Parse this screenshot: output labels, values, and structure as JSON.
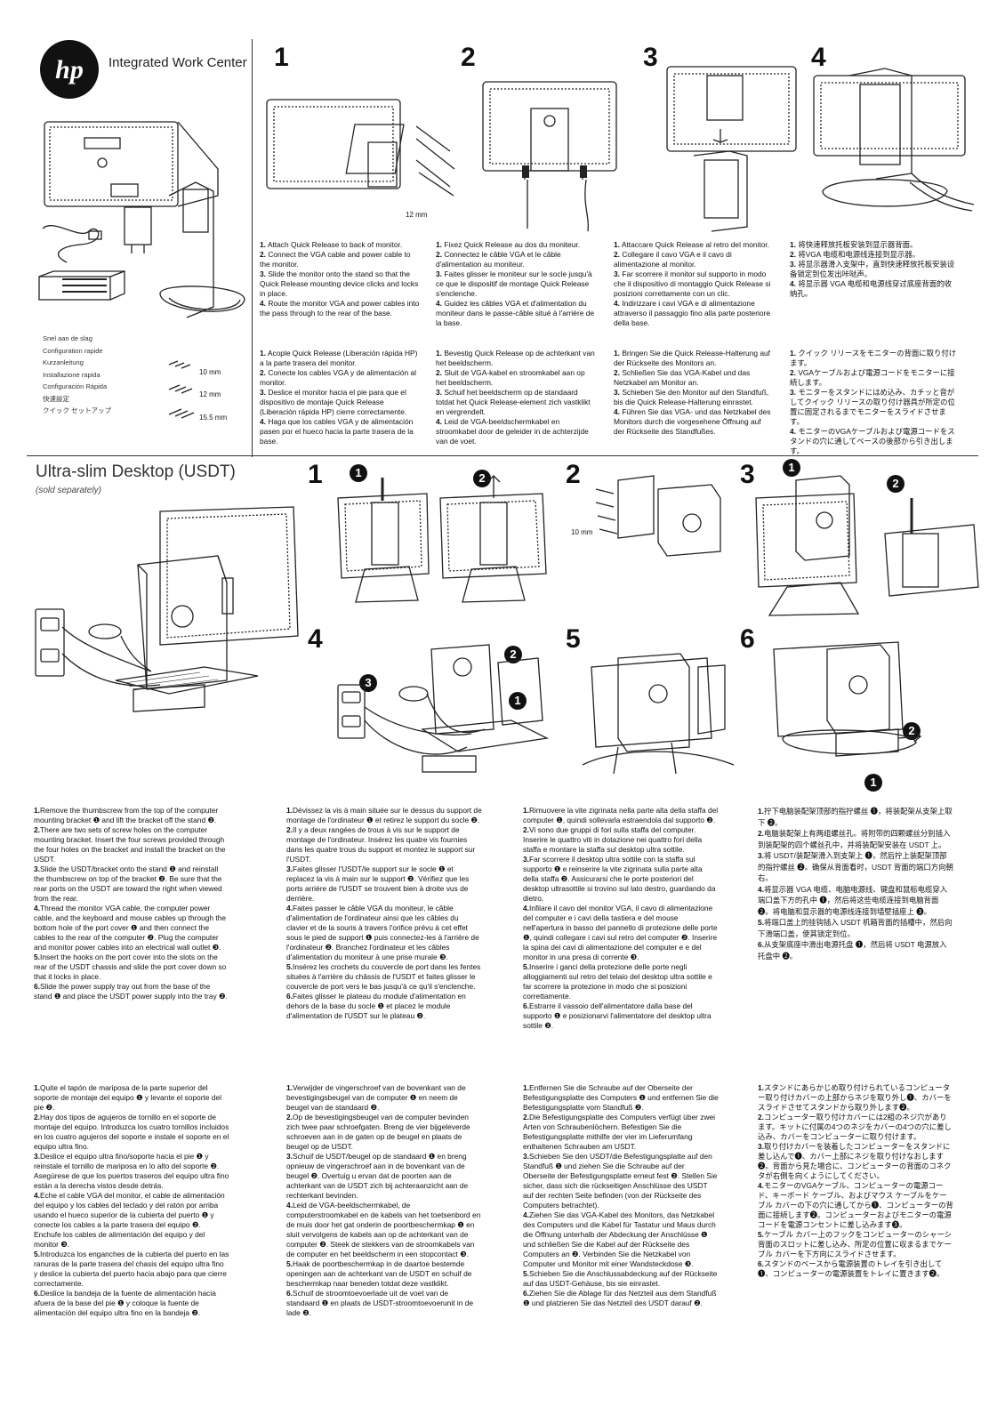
{
  "header": {
    "product_title": "Integrated Work Center",
    "legend_languages": [
      "Snel aan de slag",
      "Configuration rapide",
      "Kurzanleitung",
      "Installazione rapida",
      "Configuración Rápida",
      "快速設定",
      "クイック セットアップ"
    ],
    "screw_sizes": [
      "10 mm",
      "12 mm",
      "15.5 mm"
    ]
  },
  "top": {
    "step_numbers": [
      "1",
      "2",
      "3",
      "4"
    ],
    "dim_12mm": "12 mm",
    "texts": {
      "en": [
        {
          "n": "1.",
          "t": "Attach Quick Release to back of monitor."
        },
        {
          "n": "2.",
          "t": "Connect the VGA cable and power cable to the monitor."
        },
        {
          "n": "3.",
          "t": "Slide the monitor onto the stand so that the Quick Release mounting device clicks and locks in place."
        },
        {
          "n": "4.",
          "t": "Route the monitor VGA and power cables into the pass through to the rear of the base."
        }
      ],
      "fr": [
        {
          "n": "1.",
          "t": "Fixez Quick Release au dos du moniteur."
        },
        {
          "n": "2.",
          "t": "Connectez le câble VGA et le câble d'alimentation au moniteur."
        },
        {
          "n": "3.",
          "t": "Faites glisser le moniteur sur le socle jusqu'à ce que le dispositif de montage Quick Release s'enclenche."
        },
        {
          "n": "4.",
          "t": "Guidez les câbles VGA et d'alimentation du moniteur dans le passe-câble situé à l'arrière de la base."
        }
      ],
      "it": [
        {
          "n": "1.",
          "t": "Attaccare Quick Release al retro del monitor."
        },
        {
          "n": "2.",
          "t": "Collegare il cavo VGA e il cavo di alimentazione al monitor."
        },
        {
          "n": "3.",
          "t": "Far scorrere il monitor sul supporto in modo che il dispositivo di montaggio Quick Release si posizioni correttamente con un clic."
        },
        {
          "n": "4.",
          "t": "Indirizzare i cavi VGA e di alimentazione attraverso il passaggio fino alla parte posteriore della base."
        }
      ],
      "zh": [
        {
          "n": "1.",
          "t": "将快速释放托板安装到显示器背面。"
        },
        {
          "n": "2.",
          "t": "将VGA 电缆和电源线连接到显示器。"
        },
        {
          "n": "3.",
          "t": "将显示器滑入支架中，直到快速释放托板安装设备锁定到位发出咔哒声。"
        },
        {
          "n": "4.",
          "t": "将显示器 VGA 电缆和电源线穿过底座背面的收纳孔。"
        }
      ],
      "es": [
        {
          "n": "1.",
          "t": "Acople Quick Release (Liberación rápida HP) a la parte trasera del monitor."
        },
        {
          "n": "2.",
          "t": "Conecte los cables VGA y de alimentación al monitor."
        },
        {
          "n": "3.",
          "t": "Deslice el monitor hacia el pie para que el dispositivo de montaje Quick Release (Liberación rápida HP) cierre correctamente."
        },
        {
          "n": "4.",
          "t": "Haga que los cables VGA y de alimentación pasen por el hueco hacia la parte trasera de la base."
        }
      ],
      "nl": [
        {
          "n": "1.",
          "t": "Bevestig Quick Release op de achterkant van het beeldscherm."
        },
        {
          "n": "2.",
          "t": "Sluit de VGA-kabel en stroomkabel aan op het beeldscherm."
        },
        {
          "n": "3.",
          "t": "Schuif het beeldscherm op de standaard totdat het Quick Release-element zich vastklikt en vergrendelt."
        },
        {
          "n": "4.",
          "t": "Leid de VGA-beeldschermkabel en stroomkabel door de geleider in de achterzijde van de voet."
        }
      ],
      "de": [
        {
          "n": "1.",
          "t": "Bringen Sie die Quick Release-Halterung auf der Rückseite des Monitors an."
        },
        {
          "n": "2.",
          "t": "Schließen Sie das VGA-Kabel und das Netzkabel am Monitor an."
        },
        {
          "n": "3.",
          "t": "Schieben Sie den Monitor auf den Standfuß, bis die Quick Release-Halterung einrastet."
        },
        {
          "n": "4.",
          "t": "Führen Sie das VGA- und das Netzkabel des Monitors durch die vorgesehene Öffnung auf der Rückseite des Standfußes."
        }
      ],
      "ja": [
        {
          "n": "1.",
          "t": "クイック リリースをモニターの背面に取り付けます。"
        },
        {
          "n": "2.",
          "t": "VGAケーブルおよび電源コードをモニターに接続します。"
        },
        {
          "n": "3.",
          "t": "モニターをスタンドにはめ込み、カチッと音がしてクイック リリースの取り付け器具が所定の位置に固定されるまでモニターをスライドさせます。"
        },
        {
          "n": "4.",
          "t": "モニターのVGAケーブルおよび電源コードをスタンドの穴に通してベースの後部から引き出します。"
        }
      ]
    }
  },
  "usdt": {
    "title": "Ultra-slim Desktop (USDT)",
    "subtitle": "(sold separately)",
    "step_numbers": [
      "1",
      "2",
      "3",
      "4",
      "5",
      "6"
    ],
    "callouts": [
      "1",
      "2",
      "3"
    ],
    "dim_10mm": "10 mm",
    "texts": {
      "en": [
        {
          "n": "1.",
          "t": "Remove the thumbscrew from the top of the computer mounting bracket ❶ and lift the bracket off the stand ❷."
        },
        {
          "n": "2.",
          "t": "There are two sets of screw holes on the computer mounting bracket. Insert the four screws provided through the four holes on the bracket and install the bracket on the USDT."
        },
        {
          "n": "3.",
          "t": "Slide the USDT/bracket onto the stand ❶ and reinstall the thumbscrew on top of the bracket ❷. Be sure that the rear ports on the USDT are toward the right when viewed from the rear."
        },
        {
          "n": "4.",
          "t": "Thread the monitor VGA cable, the computer power cable, and the keyboard and mouse cables up through the bottom hole of the port cover ❶ and then connect the cables to the rear of the computer ❷. Plug the computer and monitor power cables into an electrical wall outlet ❸."
        },
        {
          "n": "5.",
          "t": "Insert the hooks on the port cover into the slots on the rear of the USDT chassis and slide the port cover down so that it locks in place."
        },
        {
          "n": "6.",
          "t": "Slide the power supply tray out from the base of the stand ❶ and place the USDT power supply into the tray ❷."
        }
      ],
      "fr": [
        {
          "n": "1.",
          "t": "Dévissez la vis à main située sur le dessus du support de montage de l'ordinateur ❶ et retirez le support du socle ❷."
        },
        {
          "n": "2.",
          "t": "Il y a deux rangées de trous à vis sur le support de montage de l'ordinateur. Insérez les quatre vis fournies dans les quatre trous du support et montez le support sur l'USDT."
        },
        {
          "n": "3.",
          "t": "Faites glisser l'USDT/le support sur le socle ❶ et replacez la vis à main sur le support ❷. Vérifiez que les ports arrière de l'USDT se trouvent bien à droite vus de derrière."
        },
        {
          "n": "4.",
          "t": "Faites passer le câble VGA du moniteur, le câble d'alimentation de l'ordinateur ainsi que les câbles du clavier et de la souris à travers l'orifice prévu à cet effet sous le pied de support ❶ puis connectez-les à l'arrière de l'ordinateur ❷. Branchez l'ordinateur et les câbles d'alimentation du moniteur à une prise murale ❸."
        },
        {
          "n": "5.",
          "t": "Insérez les crochets du couvercle de port dans les fentes situées à l'arrière du châssis de l'USDT et faites glisser le couvercle de port vers le bas jusqu'à ce qu'il s'enclenche."
        },
        {
          "n": "6.",
          "t": "Faites glisser le plateau du module d'alimentation en dehors de la base du socle ❶ et placez le module d'alimentation de l'USDT sur le plateau ❷."
        }
      ],
      "it": [
        {
          "n": "1.",
          "t": "Rimuovere la vite zigrinata nella parte alta della staffa del computer ❶, quindi sollevarla estraendola dal supporto ❷."
        },
        {
          "n": "2.",
          "t": "Vi sono due gruppi di fori sulla staffa del computer. Inserire le quattro viti in dotazione nei quattro fori della staffa e montare la staffa sul desktop ultra sottile."
        },
        {
          "n": "3.",
          "t": "Far scorrere il desktop ultra sottile con la staffa sul supporto ❶ e reinserire la vite zigrinata sulla parte alta della staffa ❷. Assicurarsi che le porte posteriori del desktop ultrasottile si trovino sul lato destro, guardando da dietro."
        },
        {
          "n": "4.",
          "t": "Infilare il cavo del monitor VGA, il cavo di alimentazione del computer e i cavi della tastiera e del mouse nell'apertura in basso del pannello di protezione delle porte ❶, quindi collegare i cavi sul retro del computer ❷. Inserire la spina dei cavi di alimentazione del computer e e del monitor in una presa di corrente ❸."
        },
        {
          "n": "5.",
          "t": "Inserire i ganci della protezione delle porte negli alloggiamenti sul retro del telaio del desktop ultra sottile e far scorrere la protezione in modo che si posizioni correttamente."
        },
        {
          "n": "6.",
          "t": "Estrarre il vassoio dell'alimentatore dalla base del supporto ❶ e posizionarvi l'alimentatore del desktop ultra sottile ❷."
        }
      ],
      "zh": [
        {
          "n": "1.",
          "t": "拧下电脑装配架顶部的指拧螺丝 ❶，将装配架从支架上取下 ❷。"
        },
        {
          "n": "2.",
          "t": "电脑装配架上有两组螺丝孔。将附带的四颗螺丝分别插入到装配架的四个螺丝孔中，并将装配架安装在 USDT 上。"
        },
        {
          "n": "3.",
          "t": "将 USDT/装配架滑入到支架上 ❶，然后拧上装配架顶部的指拧螺丝 ❷。确保从背面看时，USDT 背面的端口方向朝右。"
        },
        {
          "n": "4.",
          "t": "将显示器 VGA 电缆、电脑电源线、键盘和鼠标电缆穿入端口盖下方的孔中 ❶，然后将这些电缆连接到电脑背面 ❷。将电脑和显示器的电源线连接到墙壁插座上 ❸。"
        },
        {
          "n": "5.",
          "t": "将端口盖上的挂钩插入 USDT 机箱背面的插槽中，然后向下滑端口盖，使其锁定到位。"
        },
        {
          "n": "6.",
          "t": "从支架底座中滑出电源托盘 ❶，然后将 USDT 电源放入托盘中 ❷。"
        }
      ],
      "es": [
        {
          "n": "1.",
          "t": "Quite el tapón de mariposa de la parte superior del soporte de montaje del equipo ❶ y levante el soporte del pie ❷."
        },
        {
          "n": "2.",
          "t": "Hay dos tipos de agujeros de tornillo en el soporte de montaje del equipo. Introduzca los cuatro tornillos incluidos en los cuatro agujeros del soporte e instale el soporte en el equipo ultra fino."
        },
        {
          "n": "3.",
          "t": "Deslice el equipo ultra fino/soporte hacia el pie ❶ y reinstale el tornillo de mariposa en lo alto del soporte ❷. Asegúrese de que los puertos traseros del equipo ultra fino están a la derecha vistos desde detrás."
        },
        {
          "n": "4.",
          "t": "Eche el cable VGA del monitor, el cable de alimentación del equipo y los cables del teclado y del ratón por arriba usando el hueco superior de la cubierta del puerto ❶ y conecte los cables a la parte trasera del equipo ❷. Enchufe los cables de alimentación del equipo y del monitor ❸."
        },
        {
          "n": "5.",
          "t": "Introduzca los enganches de la cubierta del puerto en las ranuras de la parte trasera del chasis del equipo ultra fino y deslice la cubierta del puerto hacia abajo para que cierre correctamente."
        },
        {
          "n": "6.",
          "t": "Deslice la bandeja de la fuente de alimentación hacia afuera de la base del pie ❶ y coloque la fuente de alimentación del equipo ultra fino en la bandeja ❷."
        }
      ],
      "nl": [
        {
          "n": "1.",
          "t": "Verwijder de vingerschroef van de bovenkant van de bevestigingsbeugel van de computer ❶ en neem de beugel van de standaard ❷."
        },
        {
          "n": "2.",
          "t": "Op de bevestigingsbeugel van de computer bevinden zich twee paar schroefgaten. Breng de vier bijgeleverde schroeven aan in de gaten op de beugel en plaats de beugel op de USDT."
        },
        {
          "n": "3.",
          "t": "Schuif de USDT/beugel op de standaard ❶ en breng opnieuw de vingerschroef aan in de bovenkant van de beugel ❷. Overtuig u ervan dat de poorten aan de achterkant van de USDT zich bij achteraanzicht aan de rechterkant bevinden."
        },
        {
          "n": "4.",
          "t": "Leid de VGA-beeldschermkabel, de computerstroomkabel en de kabels van het toetsenbord en de muis door het gat onderin de poortbeschermkap ❶ en sluit vervolgens de kabels aan op de achterkant van de computer ❷. Steek de stekkers van de stroomkabels van de computer en het beeldscherm in een stopcontact ❸."
        },
        {
          "n": "5.",
          "t": "Haak de poortbeschermkap in de daartoe bestemde openingen aan de achterkant van de USDT en schuif de beschermkap naar beneden totdat deze vastklikt."
        },
        {
          "n": "6.",
          "t": "Schuif de stroomtoevoerlade uit de voet van de standaard ❶ en plaats de USDT-stroomtoevoerunit in de lade ❷."
        }
      ],
      "de": [
        {
          "n": "1.",
          "t": "Entfernen Sie die Schraube auf der Oberseite der Befestigungsplatte des Computers ❶ und entfernen Sie die Befestigungsplatte vom Standfuß ❷."
        },
        {
          "n": "2.",
          "t": "Die Befestigungsplatte des Computers verfügt über zwei Arten von Schraubenlöchern. Befestigen Sie die Befestigungsplatte mithilfe der vier im Lieferumfang enthaltenen Schrauben am USDT."
        },
        {
          "n": "3.",
          "t": "Schieben Sie den USDT/die Befestigungsplatte auf den Standfuß ❶ und ziehen Sie die Schraube auf der Oberseite der Befestigungsplatte erneut fest ❷. Stellen Sie sicher, dass sich die rückseitigen Anschlüsse des USDT auf der rechten Seite befinden (von der Rückseite des Computers betrachtet)."
        },
        {
          "n": "4.",
          "t": "Ziehen Sie das VGA-Kabel des Monitors, das Netzkabel des Computers und die Kabel für Tastatur und Maus durch die Öffnung unterhalb der Abdeckung der Anschlüsse ❶ und schließen Sie die Kabel auf der Rückseite des Computers an ❷. Verbinden Sie die Netzkabel von Computer und Monitor mit einer Wandsteckdose ❸."
        },
        {
          "n": "5.",
          "t": "Schieben Sie die Anschlussabdeckung auf der Rückseite auf das USDT-Gehäuse, bis sie einrastet."
        },
        {
          "n": "6.",
          "t": "Ziehen Sie die Ablage für das Netzteil aus dem Standfuß ❶ und platzieren Sie das Netzteil des USDT darauf ❷."
        }
      ],
      "ja": [
        {
          "n": "1.",
          "t": "スタンドにあらかじめ取り付けられているコンピューター取り付けカバーの上部からネジを取り外し❶、カバーをスライドさせてスタンドから取り外します❷。"
        },
        {
          "n": "2.",
          "t": "コンピューター取り付けカバーには2組のネジ穴があります。キットに付属の4つのネジをカバーの4つの穴に差し込み、カバーをコンピューターに取り付けます。"
        },
        {
          "n": "3.",
          "t": "取り付けカバーを装着したコンピューターをスタンドに差し込んで❶、カバー上部にネジを取り付けなおします❷。背面から見た場合に、コンピューターの背面のコネクタが右側を向くようにしてください。"
        },
        {
          "n": "4.",
          "t": "モニターのVGAケーブル、コンピューターの電源コード、キーボード ケーブル、およびマウス ケーブルをケーブル カバーの下の穴に通してから❶、コンピューターの背面に接続します❷。コンピューターおよびモニターの電源コードを電源コンセントに差し込みます❸。"
        },
        {
          "n": "5.",
          "t": "ケーブル カバー上のフックをコンピューターのシャーシ背面のスロットに差し込み、所定の位置に収まるまでケーブル カバーを下方向にスライドさせます。"
        },
        {
          "n": "6.",
          "t": "スタンドのベースから電源装置のトレイを引き出して❶、コンピューターの電源装置をトレイに置きます❷。"
        }
      ]
    }
  }
}
